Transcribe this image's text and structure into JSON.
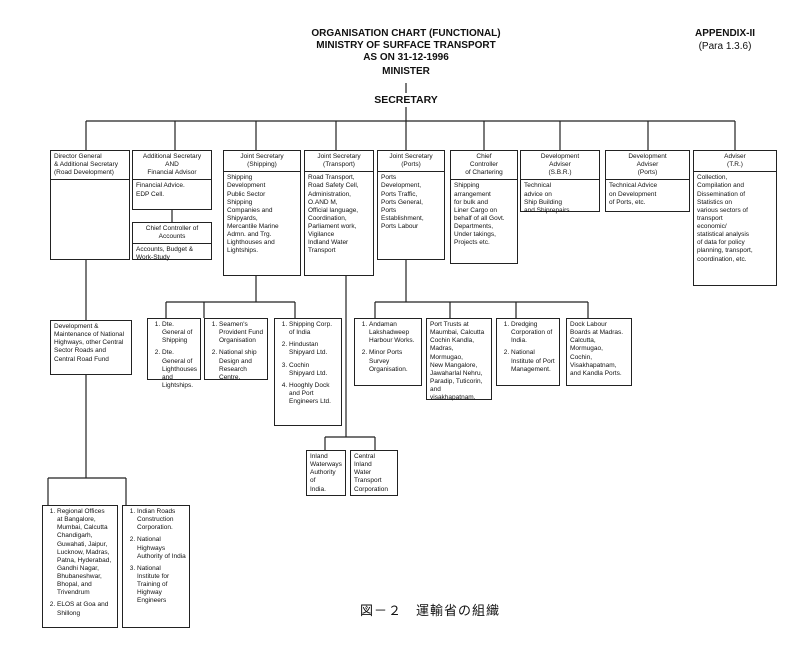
{
  "title": {
    "line1": "ORGANISATION CHART (FUNCTIONAL)",
    "line2": "MINISTRY OF SURFACE TRANSPORT",
    "line3": "AS ON 31-12-1996",
    "minister": "MINISTER",
    "secretary": "SECRETARY"
  },
  "appendix": {
    "label": "APPENDIX-II",
    "para": "(Para 1.3.6)"
  },
  "caption": "図－２　運輸省の組織",
  "top_boxes": {
    "dg": {
      "header": "Director General\n& Additional Secretary\n(Road Development)"
    },
    "as": {
      "header": "Additional Secretary\nAND\nFinancial Advisor",
      "body": "Financial Advice.\nEDP Cell."
    },
    "cc": {
      "header": "Chief Controller of\nAccounts",
      "body": "Accounts, Budget &\nWork-Study"
    },
    "js_shipping": {
      "header": "Joint Secretary\n(Shipping)",
      "body": "Shipping\nDevelopment\nPublic Sector\nShipping\nCompanies and\nShipyards,\nMercantile Marine\nAdmn. and Trg.\nLighthouses and\nLightships."
    },
    "js_transport": {
      "header": "Joint Secretary\n(Transport)",
      "body": "Road Transport,\nRoad Safety Cell,\nAdministration,\nO.AND M,\nOfficial language,\nCoordination,\nParliament work,\nVigilance\nIndland Water\nTransport"
    },
    "js_ports": {
      "header": "Joint Secretary\n(Ports)",
      "body": "Ports\nDevelopment,\nPorts Traffic,\nPorts General,\nPorts\nEstablishment,\nPorts Labour"
    },
    "ccc": {
      "header": "Chief\nController\nof Chartering",
      "body": "Shipping\narrangement\nfor bulk and\nLiner Cargo on\nbehalf of all Govt.\nDepartments,\nUnder takings,\nProjects etc."
    },
    "da_sbr": {
      "header": "Development\nAdviser\n(S.B.R.)",
      "body": "Technical\nadvice on\nShip Building\nand Shiprepairs"
    },
    "da_ports": {
      "header": "Development\nAdviser\n(Ports)",
      "body": "Technical Advice\non Development\nof Ports, etc."
    },
    "adviser": {
      "header": "Adviser\n(T.R.)",
      "body": "Collection,\nCompilation and\nDissemination of\nStatistics on\nvarious sectors of\ntransport\neconomic/\nstatistical analysis\nof data for policy\nplanning, transport,\ncoordination, etc."
    }
  },
  "mid_boxes": {
    "dev_highways": "Development &\nMaintenance of National\nHighways, other Central\nSector Roads and\nCentral Road Fund",
    "shipping_dte": [
      "Dte. General of\nShipping",
      "Dte. General of\nLighthouses\nand Lightships."
    ],
    "seamen": [
      "Seamen's\nProvident Fund\nOrganisation",
      "National ship\nDesign and\nResearch\nCentre."
    ],
    "shipping_corp": [
      "Shipping Corp.\nof India",
      "Hindustan\nShipyard Ltd.",
      "Cochin\nShipyard Ltd.",
      "Hooghly Dock\nand Port\nEngineers Ltd."
    ],
    "andaman": [
      "Andaman\nLakshadweep\nHarbour Works.",
      "Minor Ports\nSurvey\nOrganisation."
    ],
    "port_trusts": "Port Trusts at\nMaumbai, Calcutta\nCochin Kandla,\nMadras, Mormugao,\nNew Mangalore,\nJawaharlal Nehru,\nParadip, Tuticorin,\nand visakhapatnam.",
    "dredging": [
      "Dredging\nCorporation of\nIndia.",
      "National\nInstitute of Port\nManagement."
    ],
    "dock_labour": "Dock Labour\nBoards at Madras.\nCalcutta,\nMormugao,\nCochin,\nVisakhapatnam,\nand Kandla Ports.",
    "inland_waterways": "Inland\nWaterways\nAuthority of\nIndia.",
    "ciwtc": "Central Inland\nWater\nTransport\nCorporation"
  },
  "bottom_boxes": {
    "regional": [
      "Regional Offices\nat Bangalore,\nMumbai, Calcutta\nChandigarh,\nGuwahati, Jaipur,\nLucknow, Madras,\nPatna, Hyderabad,\nGandhi Nagar,\nBhubaneshwar,\nBhopal, and\nTrivendrum",
      "ELOS at Goa and\nShillong"
    ],
    "roads": [
      "Indian Roads\nConstruction\nCorporation.",
      "National\nHighways\nAuthority of India",
      "National\nInstitute for\nTraining of\nHighway\nEngineers"
    ]
  }
}
